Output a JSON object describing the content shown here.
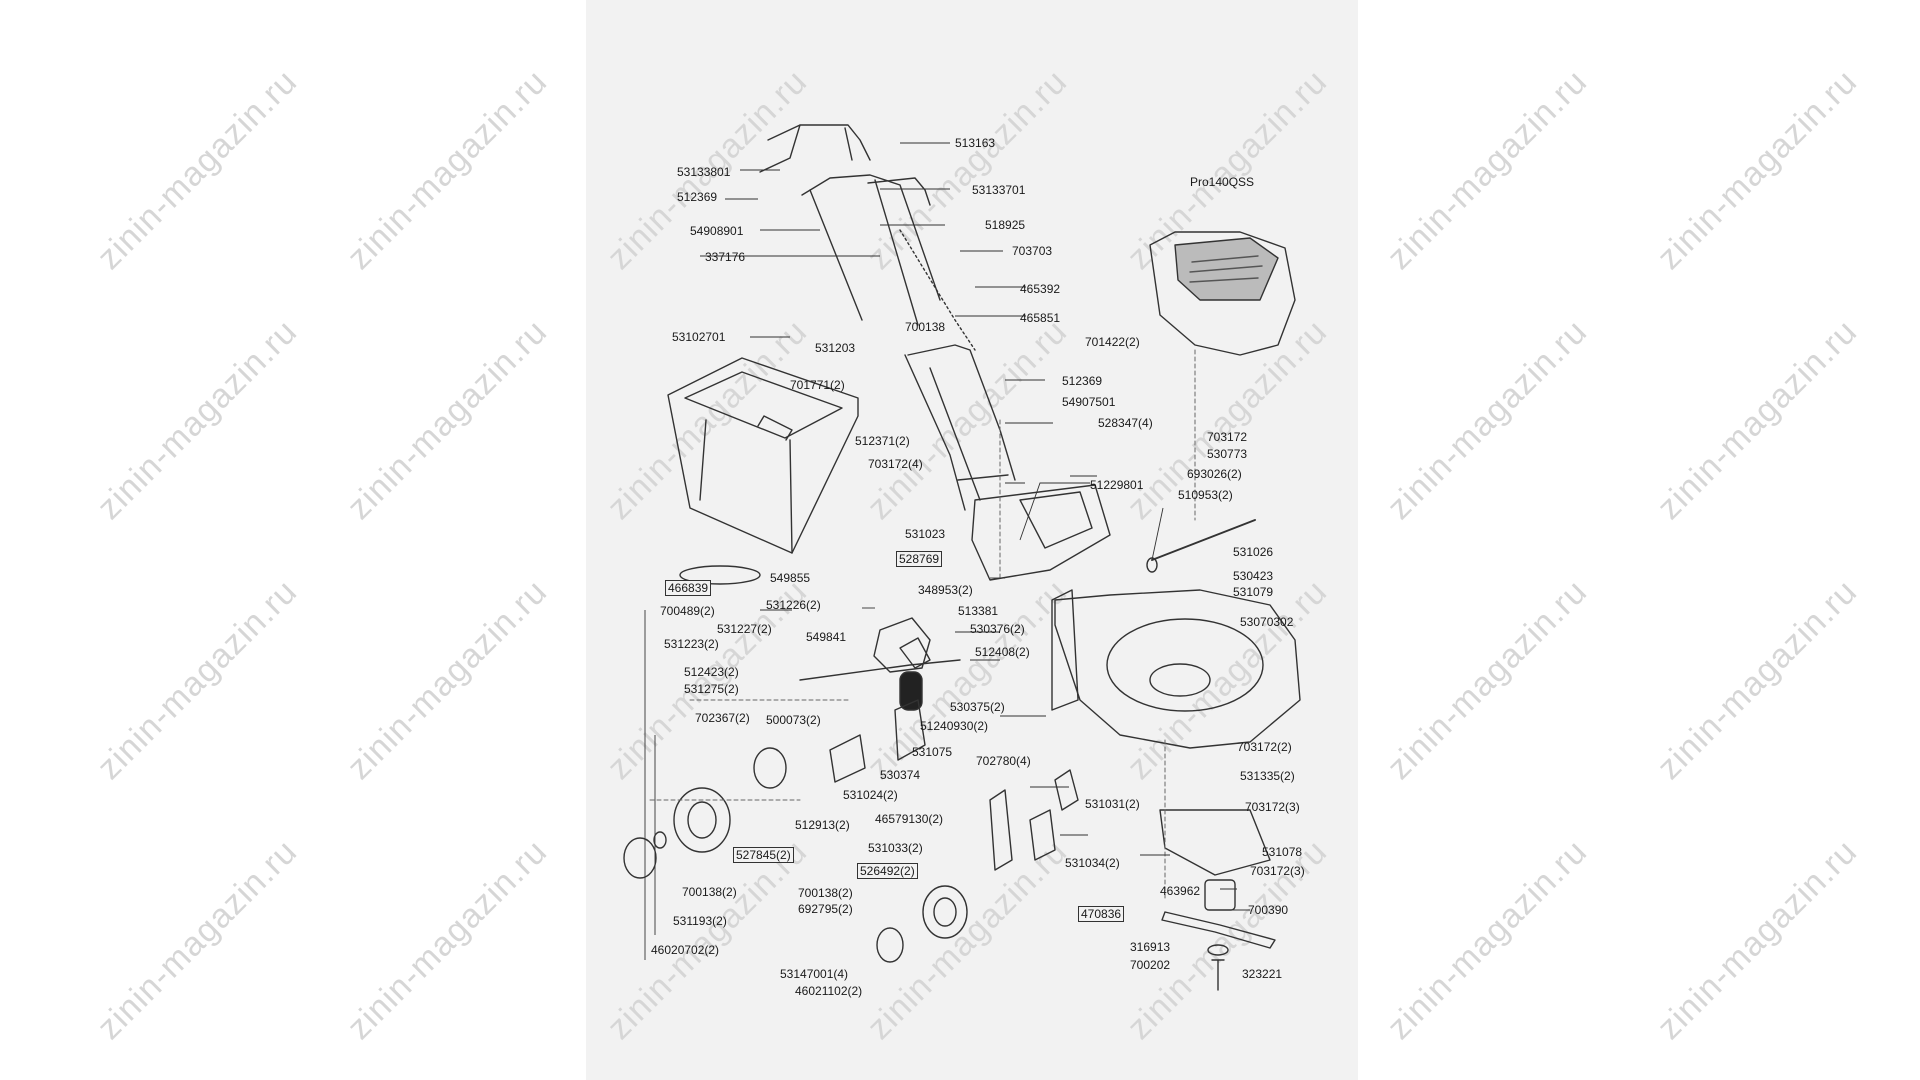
{
  "diagram": {
    "engine_label": "Pro140QSS",
    "watermark": "zinin-magazin.ru",
    "parts": {
      "p513163": "513163",
      "p53133801": "53133801",
      "p53133701": "53133701",
      "p512369a": "512369",
      "p54908901": "54908901",
      "p518925": "518925",
      "p337176": "337176",
      "p703703": "703703",
      "p465392": "465392",
      "p465851": "465851",
      "p53102701": "53102701",
      "p700138": "700138",
      "p531203": "531203",
      "p701422": "701422(2)",
      "p512369b": "512369",
      "p701771": "701771(2)",
      "p54907501": "54907501",
      "p528347": "528347(4)",
      "p512371": "512371(2)",
      "p703172a": "703172(4)",
      "p703172b": "703172",
      "p530773": "530773",
      "p693026": "693026(2)",
      "p51229801": "51229801",
      "p510953": "510953(2)",
      "p531023": "531023",
      "p531026": "531026",
      "p466839": "466839",
      "p528769": "528769",
      "p549855": "549855",
      "p348953": "348953(2)",
      "p530423": "530423",
      "p531079": "531079",
      "p700489": "700489(2)",
      "p531226": "531226(2)",
      "p513381": "513381",
      "p53070302": "53070302",
      "p531227": "531227(2)",
      "p549841": "549841",
      "p530376": "530376(2)",
      "p531223": "531223(2)",
      "p512408": "512408(2)",
      "p512423": "512423(2)",
      "p531275": "531275(2)",
      "p530375": "530375(2)",
      "p702367": "702367(2)",
      "p500073": "500073(2)",
      "p51240930": "51240930(2)",
      "p531075": "531075",
      "p703172c": "703172(2)",
      "p702780": "702780(4)",
      "p530374": "530374",
      "p531335": "531335(2)",
      "p531024": "531024(2)",
      "p531031": "531031(2)",
      "p703172d": "703172(3)",
      "p512913": "512913(2)",
      "p46579130": "46579130(2)",
      "p527845": "527845(2)",
      "p531033": "531033(2)",
      "p531078": "531078",
      "p531034": "531034(2)",
      "p526492": "526492(2)",
      "p703172e": "703172(3)",
      "p700138b": "700138(2)",
      "p700138c": "700138(2)",
      "p463962": "463962",
      "p692795": "692795(2)",
      "p470836": "470836",
      "p700390": "700390",
      "p531193": "531193(2)",
      "p316913": "316913",
      "p46020702": "46020702(2)",
      "p700202": "700202",
      "p53147001": "53147001(4)",
      "p323221": "323221",
      "p46021102": "46021102(2)"
    }
  }
}
